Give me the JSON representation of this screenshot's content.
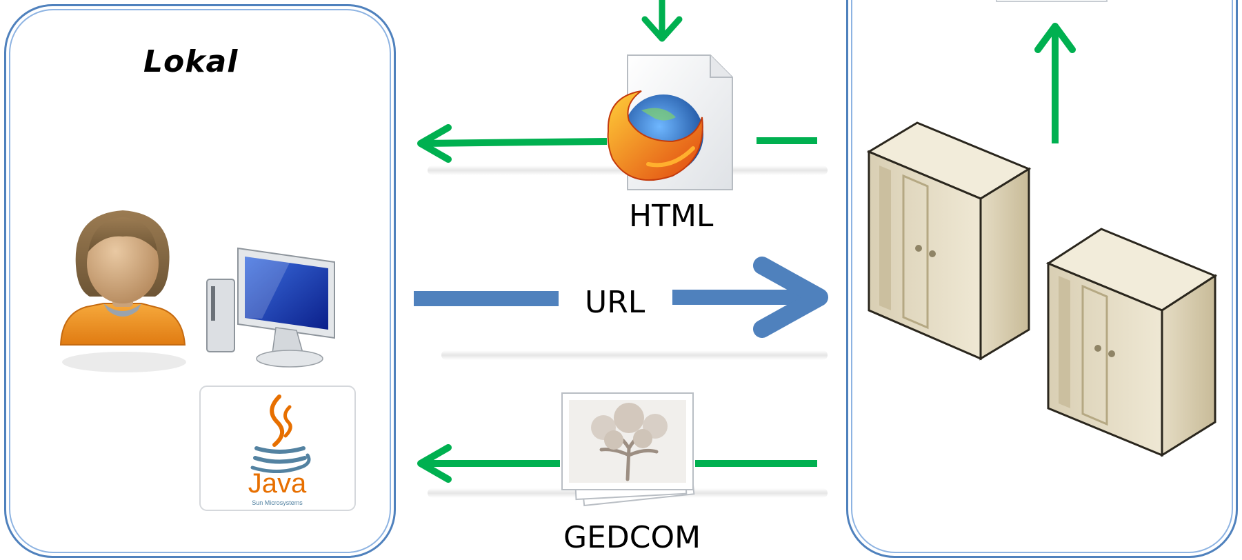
{
  "panels": {
    "left": {
      "title": "Lokal"
    }
  },
  "labels": {
    "html": "HTML",
    "url": "URL",
    "gedcom": "GEDCOM"
  },
  "icons": {
    "person": "person-icon",
    "computer": "desktop-computer-icon",
    "java": "java-logo",
    "java_text": "Java",
    "java_subtext": "Sun Microsystems",
    "html_file": "firefox-html-file-icon",
    "gedcom_file": "family-tree-gedcom-icon",
    "server": "server-icon"
  },
  "colors": {
    "panel_border": "#4f81bd",
    "green_arrow": "#00b050",
    "blue_arrow": "#4f81bd"
  }
}
